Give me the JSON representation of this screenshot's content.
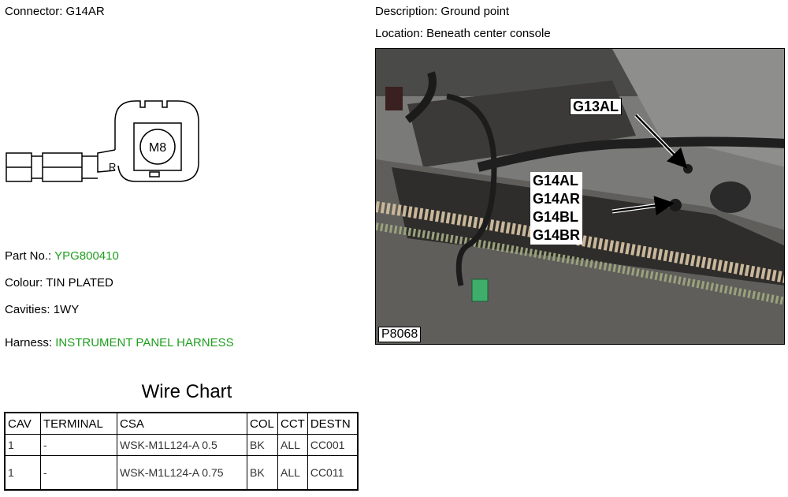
{
  "connector": {
    "label": "Connector:",
    "value": "G14AR"
  },
  "description": {
    "label": "Description:",
    "value": "Ground point"
  },
  "location": {
    "label": "Location:",
    "value": "Beneath center console"
  },
  "drawing": {
    "stud_label": "M8",
    "marker": "R"
  },
  "part_no": {
    "label": "Part No.:",
    "value": "YPG800410"
  },
  "colour": {
    "label": "Colour:",
    "value": "TIN PLATED"
  },
  "cavities": {
    "label": "Cavities:",
    "value": "1WY"
  },
  "harness": {
    "label": "Harness:",
    "value": "INSTRUMENT PANEL HARNESS"
  },
  "photo": {
    "callouts": [
      "G13AL",
      "G14AL",
      "G14AR",
      "G14BL",
      "G14BR"
    ],
    "reference": "P8068"
  },
  "wire_chart": {
    "title": "Wire Chart",
    "headers": [
      "CAV",
      "TERMINAL",
      "CSA",
      "COL",
      "CCT",
      "DESTN"
    ],
    "rows": [
      [
        "1",
        "-",
        "WSK-M1L124-A 0.5",
        "BK",
        "ALL",
        "CC001"
      ],
      [
        "1",
        "-",
        "WSK-M1L124-A 0.75",
        "BK",
        "ALL",
        "CC011"
      ]
    ]
  },
  "colors": {
    "link_green": "#1e9e1e"
  }
}
